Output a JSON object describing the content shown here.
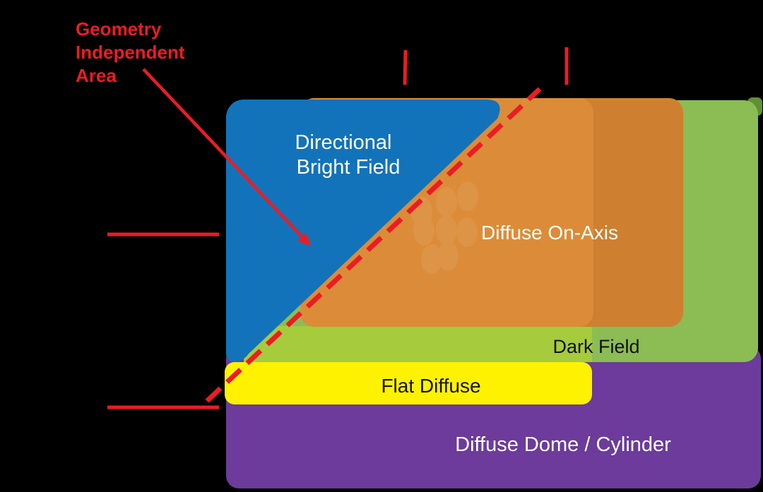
{
  "background": "#000000",
  "annotation": {
    "label": "Geometry Independent Area",
    "lines": [
      "Geometry",
      "Independent",
      "Area"
    ],
    "color": "#EC1C24"
  },
  "regions": [
    {
      "id": "directional-bright-field",
      "label": "Directional Bright Field",
      "label_lines": [
        "Directional",
        "Bright Field"
      ],
      "color": "#1273BA",
      "text_color": "#FFFFFF"
    },
    {
      "id": "diffuse-on-axis",
      "label": "Diffuse On-Axis",
      "color": "#DC8C38",
      "overlap_color": "#CE8030",
      "text_color": "#FFFFFF"
    },
    {
      "id": "dark-field",
      "label": "Dark Field",
      "color": "#8BBD54",
      "bright_color": "#A6CB3D",
      "shadow_color": "#5F9038",
      "text_color": "#111111"
    },
    {
      "id": "flat-diffuse",
      "label": "Flat Diffuse",
      "color": "#FFF200",
      "text_color": "#111111"
    },
    {
      "id": "diffuse-dome-cylinder",
      "label": "Diffuse Dome / Cylinder",
      "color": "#6C3B9B",
      "text_color": "#FFFFFF"
    }
  ]
}
